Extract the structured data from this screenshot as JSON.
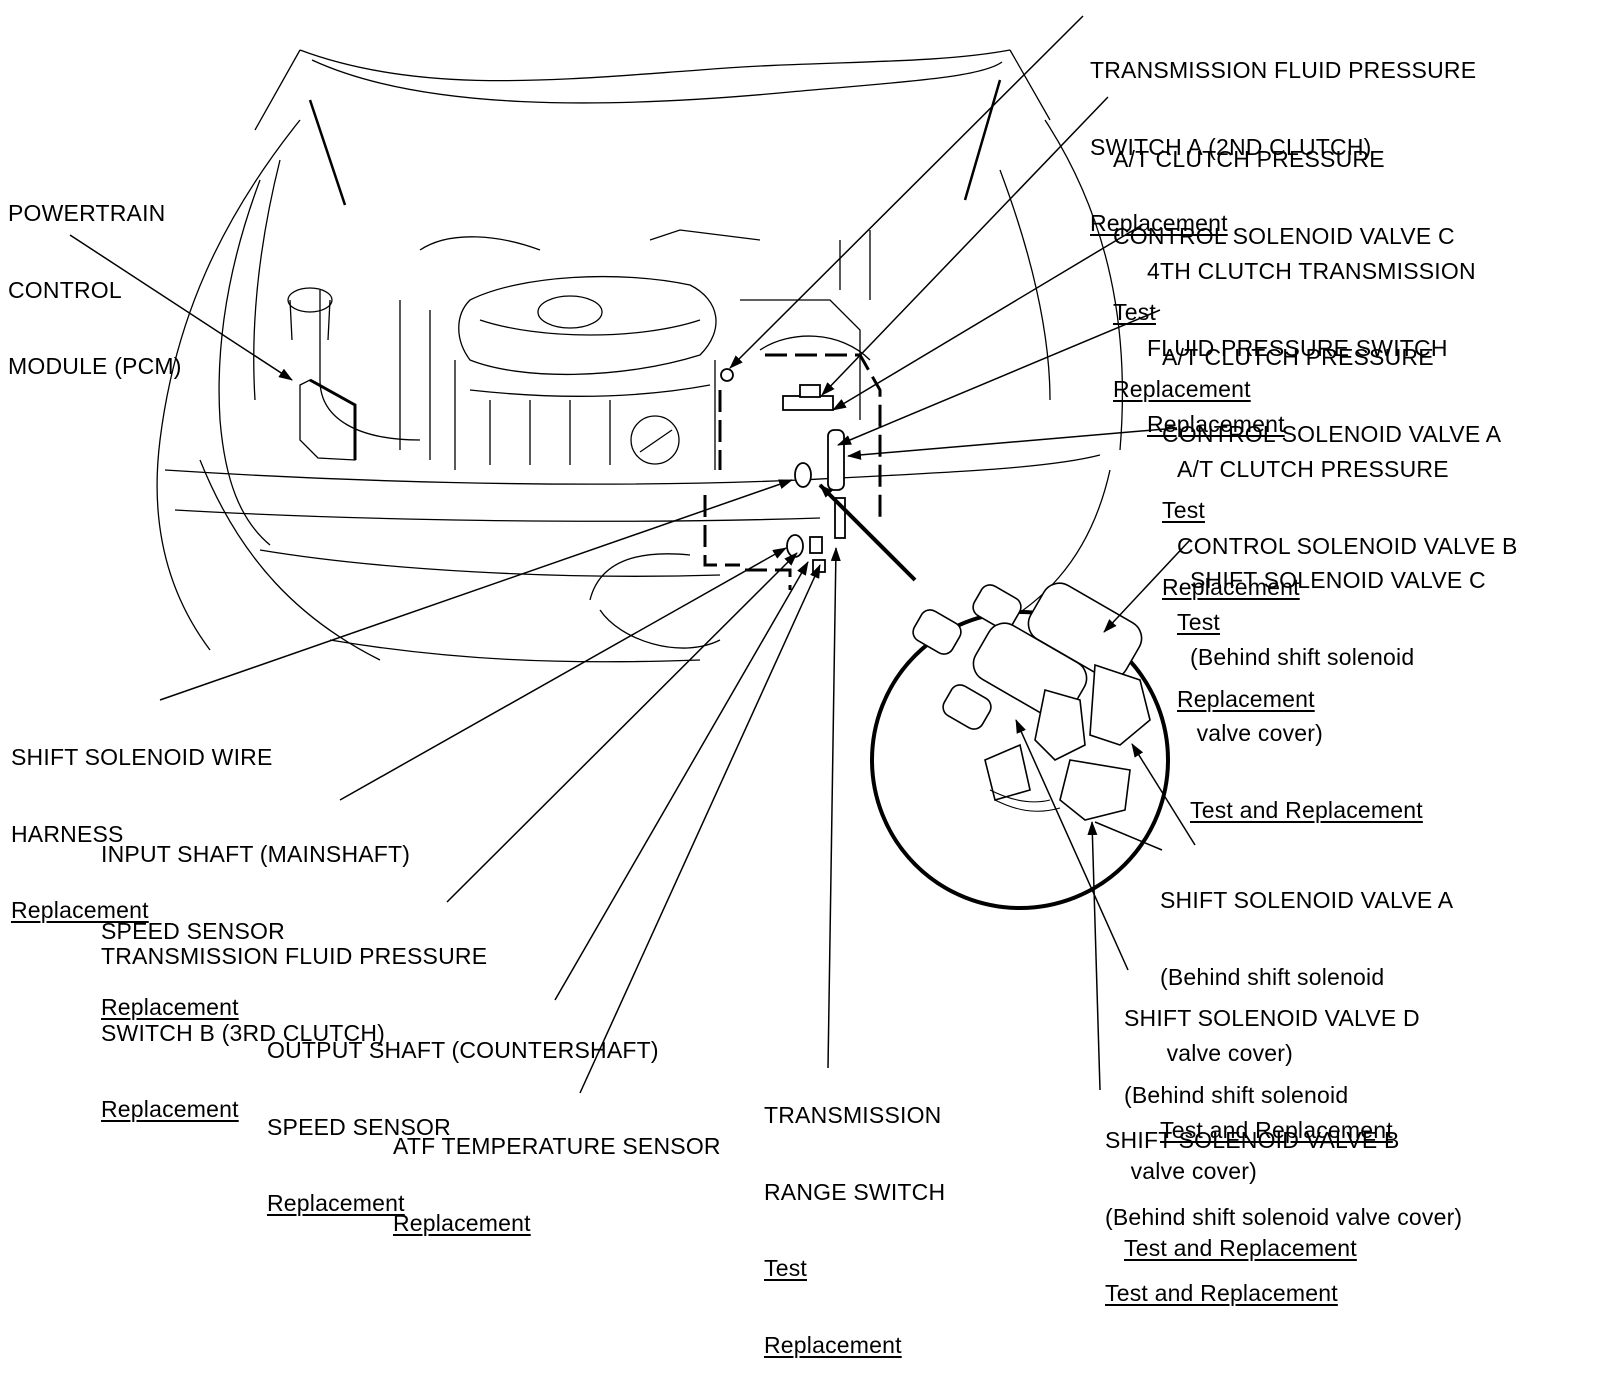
{
  "diagram": {
    "type": "automotive component locator",
    "subject": "Transmission / A/T control component locations (engine compartment view)",
    "detail_inset": "Shift solenoid valves A–D"
  },
  "labels": {
    "tfps_a": {
      "lines": [
        "TRANSMISSION FLUID PRESSURE",
        "SWITCH A (2ND CLUTCH)"
      ],
      "links": [
        "Replacement"
      ]
    },
    "atcpcsv_c": {
      "lines": [
        "A/T CLUTCH PRESSURE",
        "CONTROL SOLENOID VALVE C"
      ],
      "links": [
        "Test",
        "Replacement"
      ]
    },
    "fourth_clutch": {
      "lines": [
        "4TH CLUTCH TRANSMISSION",
        "FLUID PRESSURE SWITCH"
      ],
      "links": [
        "Replacement"
      ]
    },
    "atcpcsv_a": {
      "lines": [
        "A/T CLUTCH PRESSURE",
        "CONTROL SOLENOID VALVE A"
      ],
      "links": [
        "Test",
        "Replacement"
      ]
    },
    "atcpcsv_b": {
      "lines": [
        "A/T CLUTCH PRESSURE",
        "CONTROL SOLENOID VALVE B"
      ],
      "links": [
        "Test",
        "Replacement"
      ]
    },
    "ssv_c": {
      "lines": [
        "SHIFT SOLENOID VALVE C",
        "(Behind shift solenoid",
        " valve cover)"
      ],
      "links": [
        "Test and Replacement"
      ]
    },
    "ssv_a": {
      "lines": [
        "SHIFT SOLENOID VALVE A",
        "(Behind shift solenoid",
        " valve cover)"
      ],
      "links": [
        "Test and Replacement"
      ]
    },
    "ssv_d": {
      "lines": [
        "SHIFT SOLENOID VALVE D",
        "(Behind shift solenoid",
        " valve cover)"
      ],
      "links": [
        "Test and Replacement"
      ]
    },
    "ssv_b": {
      "lines": [
        "SHIFT SOLENOID VALVE B",
        "(Behind shift solenoid valve cover)"
      ],
      "links": [
        "Test and Replacement"
      ]
    },
    "pcm": {
      "lines": [
        "POWERTRAIN",
        "CONTROL",
        "MODULE (PCM)"
      ],
      "links": []
    },
    "harness": {
      "lines": [
        "SHIFT SOLENOID WIRE",
        "HARNESS"
      ],
      "links": [
        "Replacement"
      ]
    },
    "input_shaft": {
      "lines": [
        "INPUT SHAFT (MAINSHAFT)",
        "SPEED SENSOR"
      ],
      "links": [
        "Replacement"
      ]
    },
    "tfps_b": {
      "lines": [
        "TRANSMISSION FLUID PRESSURE",
        "SWITCH B (3RD CLUTCH)"
      ],
      "links": [
        "Replacement"
      ]
    },
    "output_shaft": {
      "lines": [
        "OUTPUT SHAFT (COUNTERSHAFT)",
        "SPEED SENSOR"
      ],
      "links": [
        "Replacement"
      ]
    },
    "atf_temp": {
      "lines": [
        "ATF TEMPERATURE SENSOR"
      ],
      "links": [
        "Replacement"
      ]
    },
    "trs": {
      "lines": [
        "TRANSMISSION",
        "RANGE SWITCH"
      ],
      "links": [
        "Test",
        "Replacement"
      ]
    }
  },
  "colors": {
    "ink": "#000000",
    "paper": "#ffffff"
  }
}
